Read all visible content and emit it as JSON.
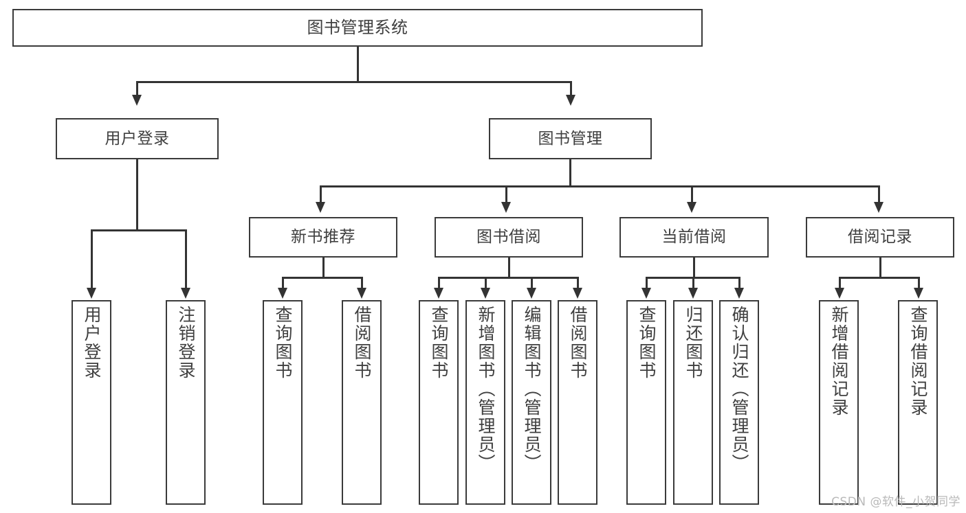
{
  "diagram": {
    "type": "tree",
    "title": "图书管理系统",
    "orientation": "top-down",
    "levels": 4
  },
  "root": {
    "label": "图书管理系统"
  },
  "level2": [
    {
      "label": "用户登录"
    },
    {
      "label": "图书管理"
    }
  ],
  "level3": [
    {
      "label": "新书推荐"
    },
    {
      "label": "图书借阅"
    },
    {
      "label": "当前借阅"
    },
    {
      "label": "借阅记录"
    }
  ],
  "leaves": {
    "user_login": [
      {
        "label": "用户登录"
      },
      {
        "label": "注销登录"
      }
    ],
    "new_book_recommend": [
      {
        "label": "查询图书"
      },
      {
        "label": "借阅图书"
      }
    ],
    "book_borrow": [
      {
        "label": "查询图书"
      },
      {
        "label": "新增图书（管理员）"
      },
      {
        "label": "编辑图书（管理员）"
      },
      {
        "label": "借阅图书"
      }
    ],
    "current_borrow": [
      {
        "label": "查询图书"
      },
      {
        "label": "归还图书"
      },
      {
        "label": "确认归还（管理员）"
      }
    ],
    "borrow_record": [
      {
        "label": "新增借阅记录"
      },
      {
        "label": "查询借阅记录"
      }
    ]
  },
  "watermark": {
    "text": "CSDN @软件_小贺同学"
  },
  "colors": {
    "border": "#3a3a3a",
    "line": "#333333",
    "text": "#3f3f3f",
    "background": "#ffffff",
    "watermark": "#b9b9b9"
  }
}
